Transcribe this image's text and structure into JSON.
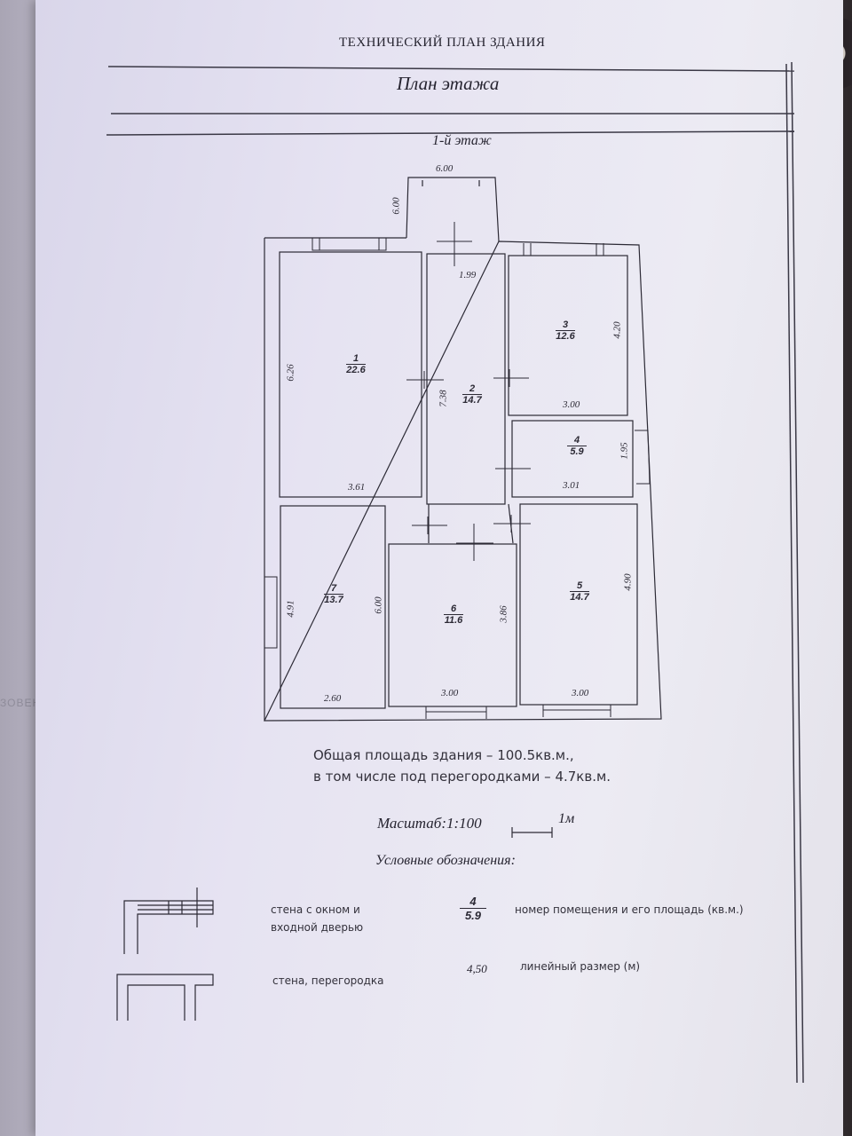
{
  "document": {
    "title": "ТЕХНИЧЕСКИЙ ПЛАН ЗДАНИЯ",
    "subtitle": "План этажа",
    "floor_label": "1-й этаж"
  },
  "plan": {
    "porch": {
      "width_label": "6.00",
      "depth_label": "6.00"
    },
    "rooms": [
      {
        "number": "1",
        "area": "22.6",
        "dims": [
          "6.26",
          "3.61"
        ]
      },
      {
        "number": "2",
        "area": "14.7",
        "dims": [
          "7.38",
          "1.99"
        ]
      },
      {
        "number": "3",
        "area": "12.6",
        "dims": [
          "4.20",
          "3.00"
        ]
      },
      {
        "number": "4",
        "area": "5.9",
        "dims": [
          "1.95",
          "3.01"
        ]
      },
      {
        "number": "5",
        "area": "14.7",
        "dims": [
          "4.90",
          "3.00"
        ]
      },
      {
        "number": "6",
        "area": "11.6",
        "dims": [
          "3.86",
          "3.00"
        ]
      },
      {
        "number": "7",
        "area": "13.7",
        "dims": [
          "4.91",
          "6.00",
          "2.60"
        ]
      }
    ]
  },
  "summary": {
    "total_area": "Общая площадь здания – 100.5кв.м.,",
    "partition_area": "в том числе под перегородками – 4.7кв.м."
  },
  "scale": {
    "label": "Масштаб:1:100",
    "bar_label": "1м"
  },
  "legend": {
    "title": "Условные обозначения:",
    "wall_window_line1": "стена с окном и",
    "wall_window_line2": "входной дверью",
    "wall_partition": "стена, перегородка",
    "room_example_number": "4",
    "room_example_area": "5.9",
    "room_example_text": "номер помещения и его площадь (кв.м.)",
    "dimension_example": "4,50",
    "dimension_text": "линейный размер (м)"
  },
  "ghost_text": "ЗОВЕНИЕ"
}
